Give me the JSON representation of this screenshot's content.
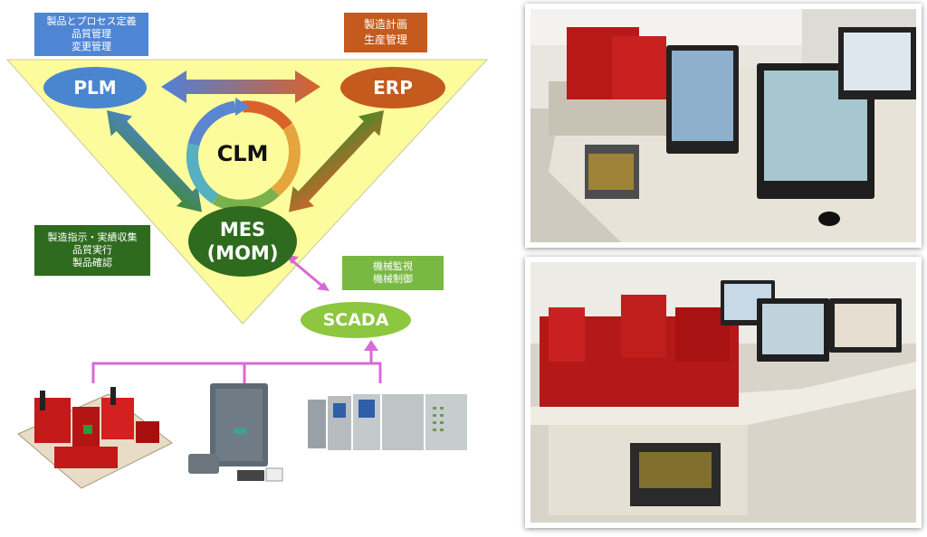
{
  "labels": {
    "plm_box": [
      "製品とプロセス定義",
      "品質管理",
      "変更管理"
    ],
    "erp_box": [
      "製造計画",
      "生産管理"
    ],
    "mes_box": [
      "製造指示・実績収集",
      "品質実行",
      "製品確認"
    ],
    "scada_box": [
      "機械監視",
      "機械制御"
    ]
  },
  "nodes": {
    "plm": "PLM",
    "erp": "ERP",
    "clm": "CLM",
    "mes_line1": "MES",
    "mes_line2": "(MOM)",
    "scada": "SCADA"
  },
  "colors": {
    "triangle": "#fdfc9c",
    "plm": "#4a86d0",
    "erp": "#c55a1f",
    "mes": "#2e6b1e",
    "scada": "#8dc63f",
    "scada_label_box": "#78b843",
    "connector": "#d76ad6"
  },
  "images": {
    "factory_model": "factory-model",
    "gateway_device": "gateway-device",
    "plc_units": "plc-units",
    "photo_top": "lab-photo-monitors",
    "photo_bottom": "lab-photo-factory-model"
  }
}
